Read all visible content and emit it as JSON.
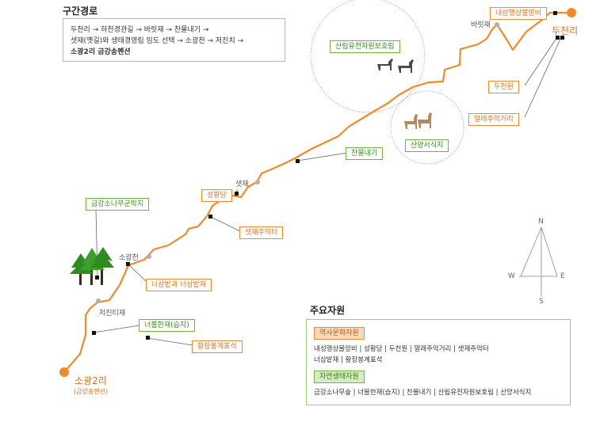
{
  "route_section": {
    "title": "구간경로",
    "line1": "두천리 → 하천경관길 → 바릿재 → 찬물내기 →",
    "line2": "샛재(옛길)와 생태경영림 임도 선택 → 소광천 → 저진치 →",
    "line3": "소광2리 금강송펜션"
  },
  "map_labels": {
    "naeseong_bulmangbi": "내성행상불망비",
    "ducheonri": "두천리",
    "barit_jae": "바릿재",
    "forest_reserve": "산림유전자원보호림",
    "ducheon_won": "두천원",
    "malrae_jumak": "말래주막거리",
    "sanyang": "산양서식지",
    "chanmulnaegi": "찬물내기",
    "saet_jae": "샛재",
    "seonghwangdang": "성황당",
    "saetjae_jumak": "샛재주막터",
    "geumgang_pine": "금강소나무군락지",
    "sogwangcheon": "소광천",
    "neosambat": "너삼밭과 너삼밭재",
    "jeojinchi": "저진티재",
    "neobul": "너불한재(습지)",
    "hwangjang": "황장봉계표석",
    "sogwang2ri": "소광2리",
    "sogwang2ri_sub": "(금강송펜션)"
  },
  "compass": {
    "n": "N",
    "s": "S",
    "e": "E",
    "w": "W"
  },
  "resources": {
    "title": "주요자원",
    "history_tag": "역사문화자원",
    "history_line1": "내성행상불망비 | 성황당 | 두천원 | 말래주막거리 | 샛재주막터",
    "history_line2": "너삼밭재 | 황장봉계표석",
    "eco_tag": "자연생태자원",
    "eco_line1": "금강소나무숲 | 너불한재(습지) | 찬물내기 | 산림유전자원보호림 | 산양서식지"
  },
  "colors": {
    "route": "#f08a2c",
    "green_border": "#6fb43f",
    "orange_text": "#e8711a"
  }
}
